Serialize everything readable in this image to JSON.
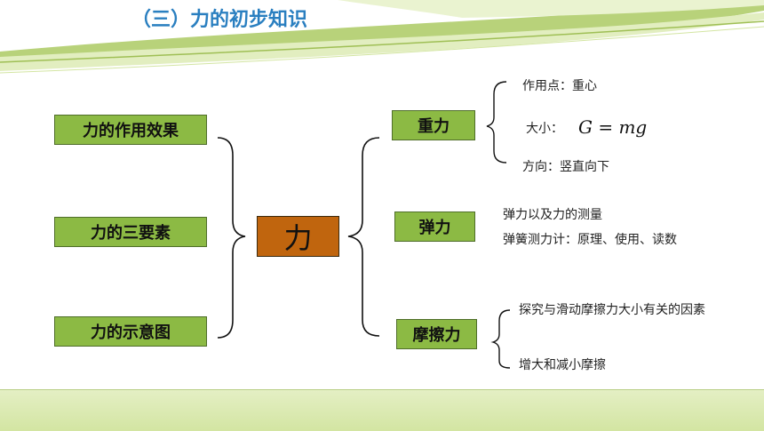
{
  "title": "（三）力的初步知识",
  "left_items": [
    "力的作用效果",
    "力的三要素",
    "力的示意图"
  ],
  "center": "力",
  "right_items": [
    "重力",
    "弹力",
    "摩擦力"
  ],
  "gravity": {
    "point": "作用点：重心",
    "size_label": "大小：",
    "formula": "G = mg",
    "direction": "方向：竖直向下"
  },
  "elastic": {
    "line1": "弹力以及力的测量",
    "line2": "弹簧测力计：原理、使用、读数"
  },
  "friction": {
    "line1": "探究与滑动摩擦力大小有关的因素",
    "line2": "增大和减小摩擦"
  }
}
